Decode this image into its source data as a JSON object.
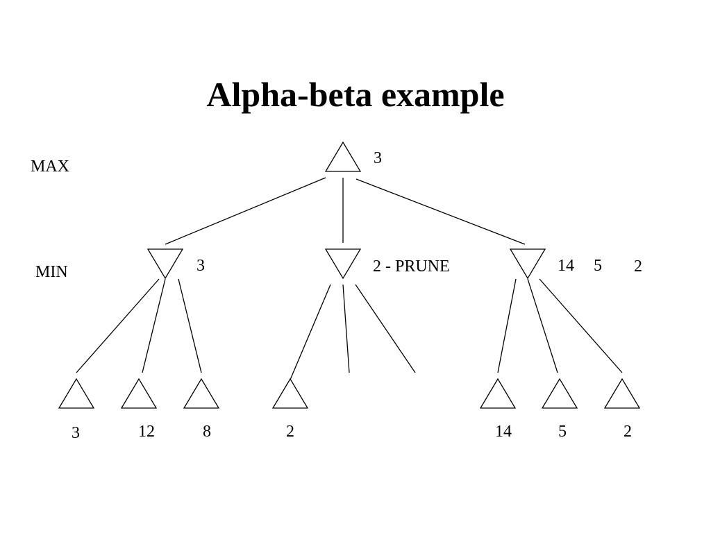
{
  "title": "Alpha-beta example",
  "levels": {
    "max": "MAX",
    "min": "MIN"
  },
  "root": {
    "value": "3"
  },
  "min_nodes": [
    {
      "value": "3"
    },
    {
      "value": "2 - PRUNE"
    },
    {
      "values": [
        "14",
        "5",
        "2"
      ]
    }
  ],
  "leaves": [
    {
      "value": "3"
    },
    {
      "value": "12"
    },
    {
      "value": "8"
    },
    {
      "value": "2"
    },
    {
      "value": "14"
    },
    {
      "value": "5"
    },
    {
      "value": "2"
    }
  ]
}
